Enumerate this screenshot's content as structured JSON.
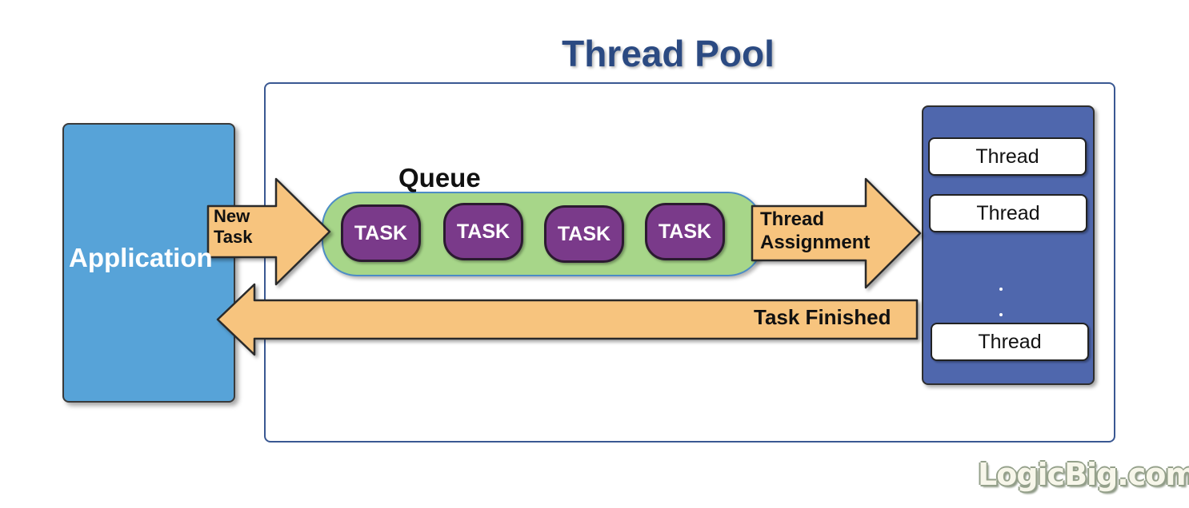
{
  "title": "Thread Pool",
  "application": {
    "label": "Application"
  },
  "queue": {
    "label": "Queue",
    "tasks": [
      "TASK",
      "TASK",
      "TASK",
      "TASK"
    ]
  },
  "arrows": {
    "new_task_line1": "New",
    "new_task_line2": "Task",
    "thread_assignment_line1": "Thread",
    "thread_assignment_line2": "Assignment",
    "task_finished": "Task Finished"
  },
  "threads": [
    "Thread",
    "Thread",
    "Thread"
  ],
  "watermark": "LogicBig.com",
  "colors": {
    "pool_border": "#3a5892",
    "application": "#57a3d8",
    "queue": "#a7d689",
    "task": "#7a3a8a",
    "threads_panel": "#4f67ad",
    "arrow": "#f7c47e"
  }
}
